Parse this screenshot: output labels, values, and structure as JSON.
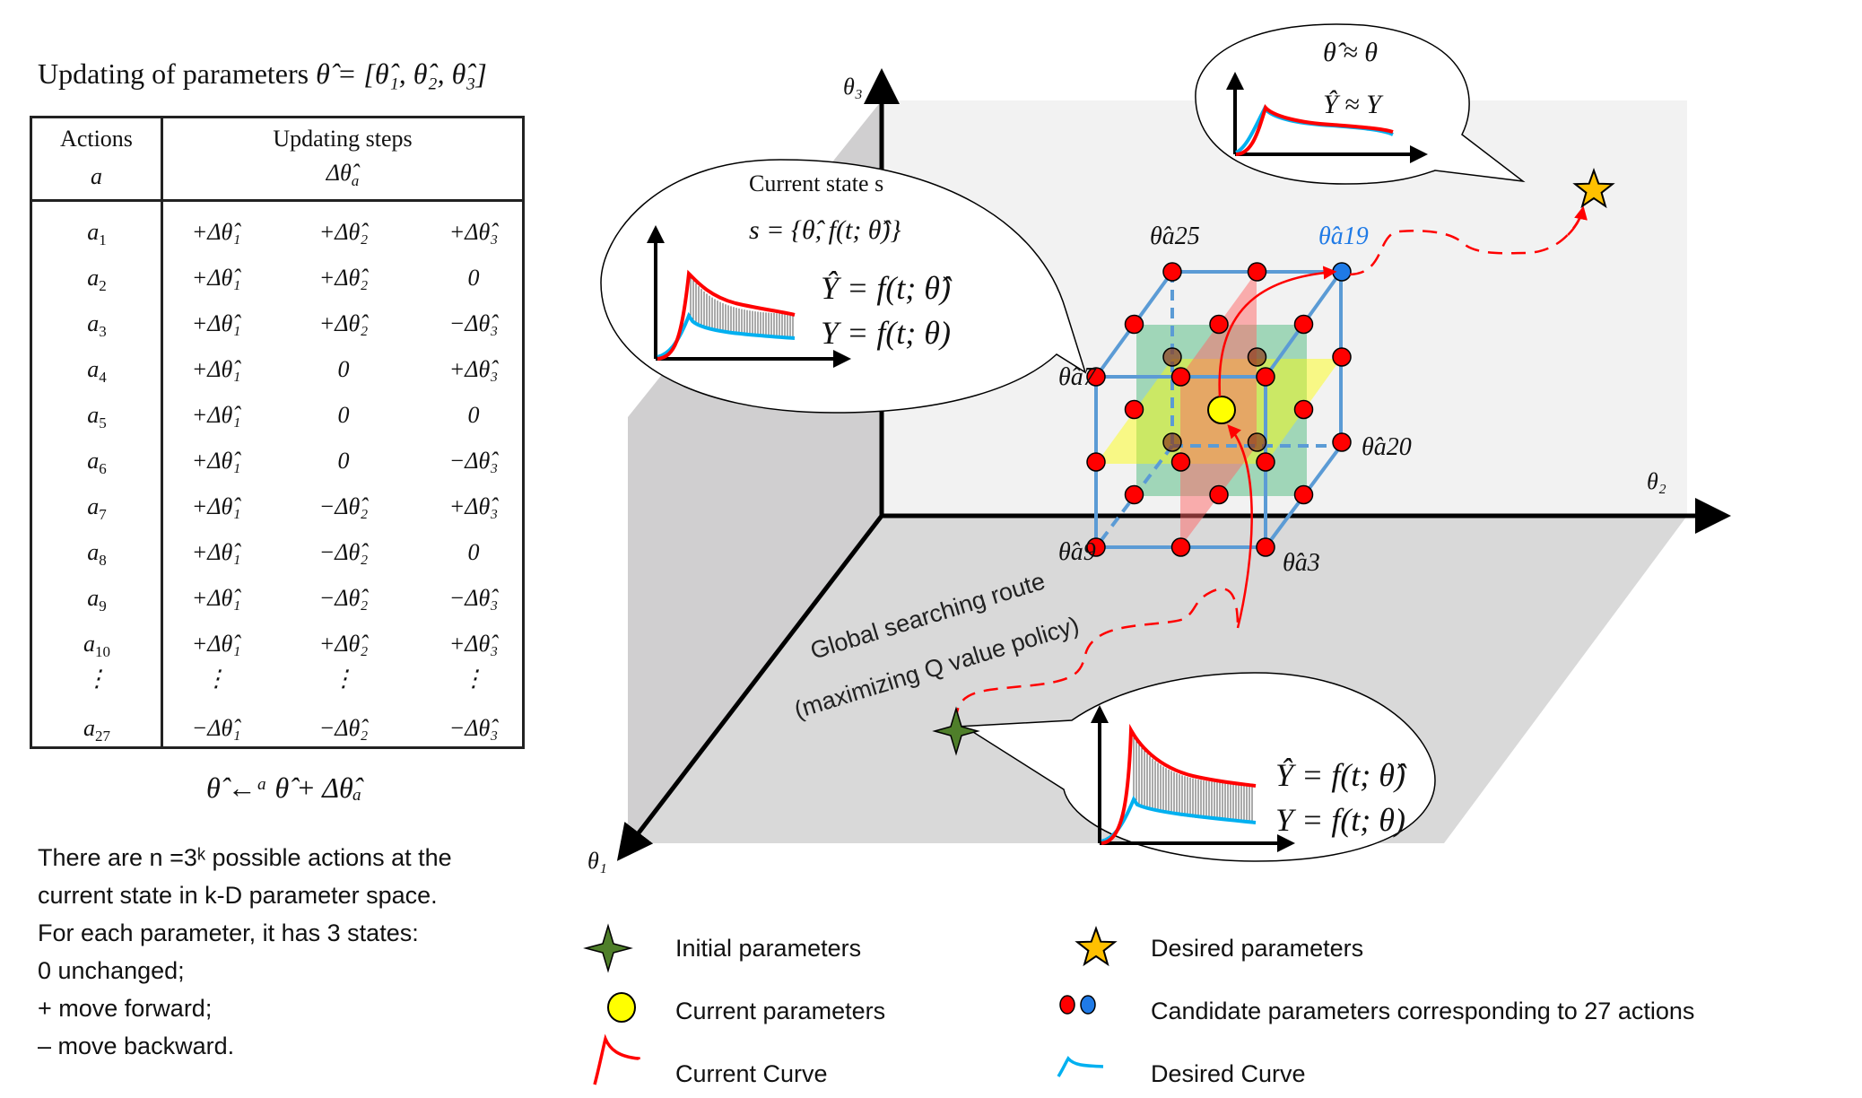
{
  "title": {
    "text": "Updating of parameters",
    "formula": "θ̂ = [θ̂₁, θ̂₂, θ̂₃]"
  },
  "table": {
    "header": {
      "col1_line1": "Actions",
      "col1_line2": "a",
      "col2_line1": "Updating steps",
      "col2_line2": "Δθ̂"
    },
    "rows": [
      {
        "action": "a",
        "sub": "1",
        "d1": "+Δθ̂₁",
        "d2": "+Δθ̂₂",
        "d3": "+Δθ̂₃"
      },
      {
        "action": "a",
        "sub": "2",
        "d1": "+Δθ̂₁",
        "d2": "+Δθ̂₂",
        "d3": "0"
      },
      {
        "action": "a",
        "sub": "3",
        "d1": "+Δθ̂₁",
        "d2": "+Δθ̂₂",
        "d3": "−Δθ̂₃"
      },
      {
        "action": "a",
        "sub": "4",
        "d1": "+Δθ̂₁",
        "d2": "0",
        "d3": "+Δθ̂₃"
      },
      {
        "action": "a",
        "sub": "5",
        "d1": "+Δθ̂₁",
        "d2": "0",
        "d3": "0"
      },
      {
        "action": "a",
        "sub": "6",
        "d1": "+Δθ̂₁",
        "d2": "0",
        "d3": "−Δθ̂₃"
      },
      {
        "action": "a",
        "sub": "7",
        "d1": "+Δθ̂₁",
        "d2": "−Δθ̂₂",
        "d3": "+Δθ̂₃"
      },
      {
        "action": "a",
        "sub": "8",
        "d1": "+Δθ̂₁",
        "d2": "−Δθ̂₂",
        "d3": "0"
      },
      {
        "action": "a",
        "sub": "9",
        "d1": "+Δθ̂₁",
        "d2": "−Δθ̂₂",
        "d3": "−Δθ̂₃"
      },
      {
        "action": "a",
        "sub": "10",
        "d1": "+Δθ̂₁",
        "d2": "+Δθ̂₂",
        "d3": "+Δθ̂₃"
      },
      {
        "action": "⋮",
        "sub": "",
        "d1": "⋮",
        "d2": "⋮",
        "d3": "⋮"
      },
      {
        "action": "a",
        "sub": "27",
        "d1": "−Δθ̂₁",
        "d2": "−Δθ̂₂",
        "d3": "−Δθ̂₃"
      }
    ]
  },
  "update_formula": "θ̂ ←ᵃ θ̂ + Δθ̂ₐ",
  "description": {
    "lines": [
      "There are n =3ᵏ possible actions at the",
      "current state in k-D parameter space.",
      "For each parameter, it has 3 states:",
      "0 unchanged;",
      "+ move forward;",
      "– move backward."
    ]
  },
  "diagram": {
    "axes": {
      "x": "θ₁",
      "y": "θ₂",
      "z": "θ₃"
    },
    "bubble_current": {
      "title": "Current state s",
      "state_formula": "s = {θ̂, f(t; θ̂)}",
      "eq_estimated": "Ŷ = f(t; θ̂)",
      "eq_true": "Y = f(t; θ)"
    },
    "bubble_desired": {
      "eq_param": "θ̂ ≈ θ",
      "eq_output": "Ŷ ≈ Y"
    },
    "bubble_initial": {
      "eq_estimated": "Ŷ = f(t; θ̂)",
      "eq_true": "Y = f(t; θ)"
    },
    "cube_labels": {
      "a25": "θ̂a25",
      "a19": "θ̂a19",
      "a7": "θ̂a7",
      "a20": "θ̂a20",
      "a9": "θ̂a9",
      "a3": "θ̂a3"
    },
    "route_label_line1": "Global searching route",
    "route_label_line2": "(maximizing Q value policy)"
  },
  "legend": [
    {
      "icon": "four-point-star-icon",
      "label": "Initial parameters"
    },
    {
      "icon": "yellow-circle-icon",
      "label": "Current parameters"
    },
    {
      "icon": "red-curve-icon",
      "label": "Current Curve"
    },
    {
      "icon": "gold-star-icon",
      "label": "Desired parameters"
    },
    {
      "icon": "red-blue-dots-icon",
      "label": "Candidate parameters corresponding to 27 actions"
    },
    {
      "icon": "blue-curve-icon",
      "label": "Desired Curve"
    }
  ],
  "colors": {
    "current_curve": "#ff0000",
    "desired_curve": "#00b0f0",
    "candidate_red": "#ff0000",
    "candidate_blue": "#1f7ae6",
    "current_param": "#ffff00",
    "initial_param": "#4f7f2a",
    "desired_param": "#ffc000",
    "cube_edges": "#5b9bd5",
    "back_wall": "#f2f2f2",
    "floor": "#d9d9d9",
    "side_wall": "#d0cfd0"
  }
}
